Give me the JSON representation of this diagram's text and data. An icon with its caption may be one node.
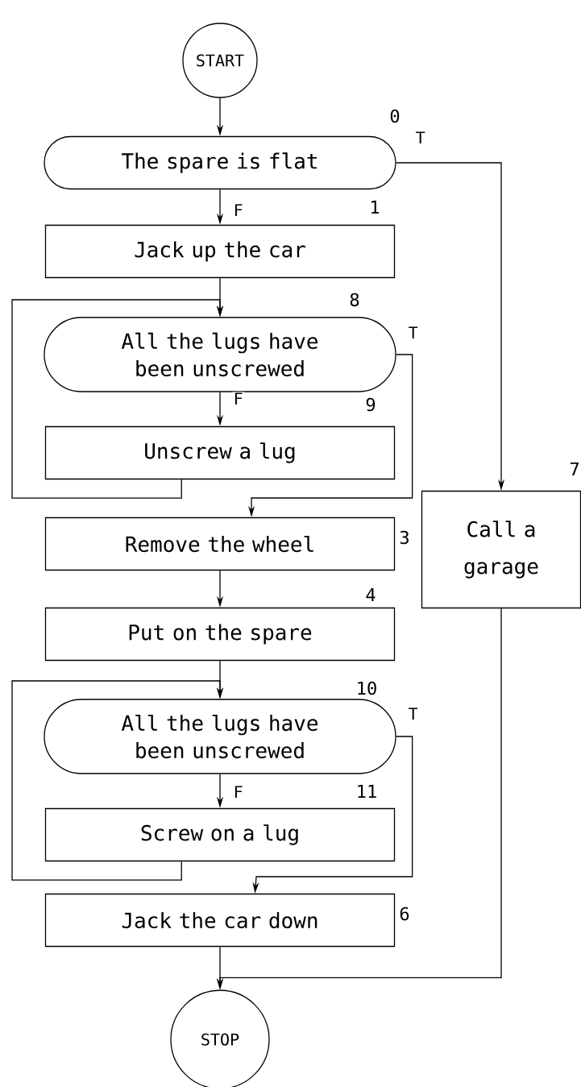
{
  "diagram": {
    "nodes": [
      {
        "text": [
          "START"
        ]
      },
      {
        "text": [
          "The spare is flat"
        ],
        "beside": [
          "0"
        ]
      },
      {
        "text": [
          "Jack up the car"
        ],
        "beside": [
          "1"
        ]
      },
      {
        "text": [
          "All the lugs have been unscrewed"
        ],
        "beside": [
          "8"
        ]
      },
      {
        "text": [
          "Unscrew a lug"
        ],
        "beside": [
          "9"
        ]
      },
      {
        "text": [
          "Remove the wheel"
        ],
        "beside": [
          "3"
        ]
      },
      {
        "text": [
          "Put on the spare"
        ],
        "beside": [
          "4"
        ]
      },
      {
        "text": [
          "All the lugs have been unscrewed"
        ],
        "beside": [
          "10"
        ]
      },
      {
        "text": [
          "Screw on a lug"
        ],
        "beside": [
          "11"
        ]
      },
      {
        "text": [
          "Jack the car down"
        ],
        "beside": [
          "6"
        ]
      },
      {
        "text": [
          "STOP"
        ]
      },
      {
        "text": [
          "Call a garage"
        ],
        "beside": [
          "7"
        ]
      }
    ],
    "edges": [
      {
        "from": 0,
        "to": 1,
        "arrow": "to"
      },
      {
        "from": 1,
        "to": 2,
        "arrow": "to",
        "label": "F"
      },
      {
        "from": 1,
        "to": 11,
        "arrow": "to",
        "label": "T"
      },
      {
        "from": 2,
        "to": 3,
        "arrow": "to"
      },
      {
        "from": 3,
        "to": 4,
        "arrow": "to",
        "label": "F"
      },
      {
        "from": 4,
        "to": 3,
        "arrow": "to"
      },
      {
        "from": 3,
        "to": 5,
        "arrow": "to",
        "label": "T"
      },
      {
        "from": 5,
        "to": 6,
        "arrow": "to"
      },
      {
        "from": 6,
        "to": 7,
        "arrow": "to"
      },
      {
        "from": 7,
        "to": 8,
        "arrow": "to",
        "label": "F"
      },
      {
        "from": 8,
        "to": 7,
        "arrow": "to"
      },
      {
        "from": 7,
        "to": 9,
        "arrow": "to",
        "label": "T"
      },
      {
        "from": 9,
        "to": 10,
        "arrow": "to"
      },
      {
        "from": 11,
        "to": 10,
        "arrow": "to"
      }
    ]
  }
}
